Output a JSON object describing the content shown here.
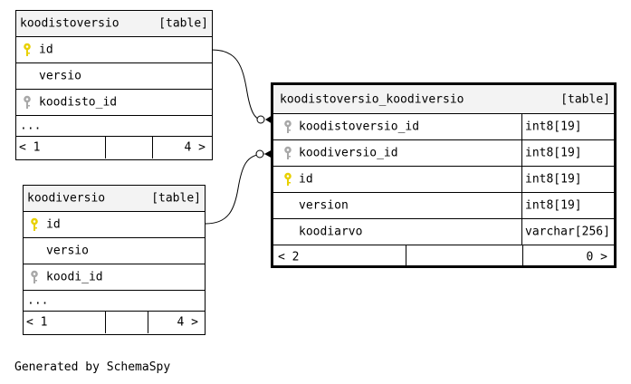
{
  "tables": {
    "koodistoversio": {
      "name": "koodistoversio",
      "kind": "[table]",
      "columns": [
        {
          "name": "id",
          "key": "primary"
        },
        {
          "name": "versio",
          "key": "none"
        },
        {
          "name": "koodisto_id",
          "key": "foreign"
        },
        {
          "name": "...",
          "key": "none"
        }
      ],
      "footer": {
        "left": "< 1",
        "right": "4 >"
      }
    },
    "koodiversio": {
      "name": "koodiversio",
      "kind": "[table]",
      "columns": [
        {
          "name": "id",
          "key": "primary"
        },
        {
          "name": "versio",
          "key": "none"
        },
        {
          "name": "koodi_id",
          "key": "foreign"
        },
        {
          "name": "...",
          "key": "none"
        }
      ],
      "footer": {
        "left": "< 1",
        "right": "4 >"
      }
    },
    "koodistoversio_koodiversio": {
      "name": "koodistoversio_koodiversio",
      "kind": "[table]",
      "columns": [
        {
          "name": "koodistoversio_id",
          "type": "int8[19]",
          "key": "foreign"
        },
        {
          "name": "koodiversio_id",
          "type": "int8[19]",
          "key": "foreign"
        },
        {
          "name": "id",
          "type": "int8[19]",
          "key": "primary"
        },
        {
          "name": "version",
          "type": "int8[19]",
          "key": "none"
        },
        {
          "name": "koodiarvo",
          "type": "varchar[256]",
          "key": "none"
        }
      ],
      "footer": {
        "left": "< 2",
        "right": "0 >"
      }
    }
  },
  "colors": {
    "primary_key": "#e8d000",
    "foreign_key": "#a8a8a8",
    "header_bg": "#f3f3f3"
  },
  "footer_note": "Generated by SchemaSpy"
}
